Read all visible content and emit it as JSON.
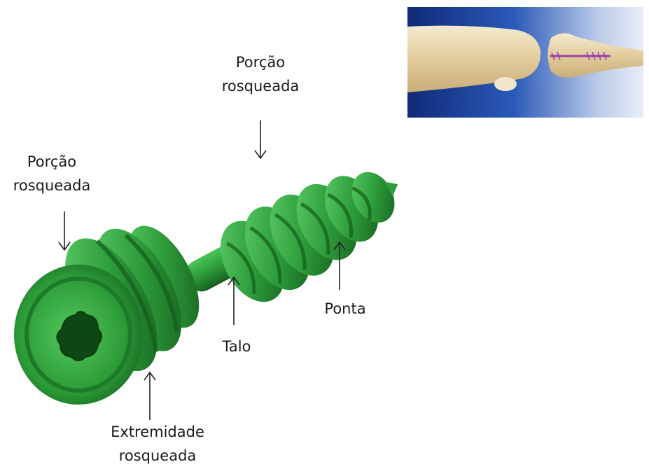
{
  "labels": {
    "top_thread": {
      "line1": "Porção",
      "line2": "rosqueada"
    },
    "left_thread": {
      "line1": "Porção",
      "line2": "rosqueada"
    },
    "tip": "Ponta",
    "shaft": "Talo",
    "head": {
      "line1": "Extremidade",
      "line2": "rosqueada"
    }
  },
  "colors": {
    "screw_green": "#2e9e3c",
    "screw_dark": "#17661f",
    "screw_light": "#5fd06a",
    "inset_blue": "#1f3f8f",
    "bone": "#e6d2a4",
    "implant": "#9a3fb0"
  }
}
